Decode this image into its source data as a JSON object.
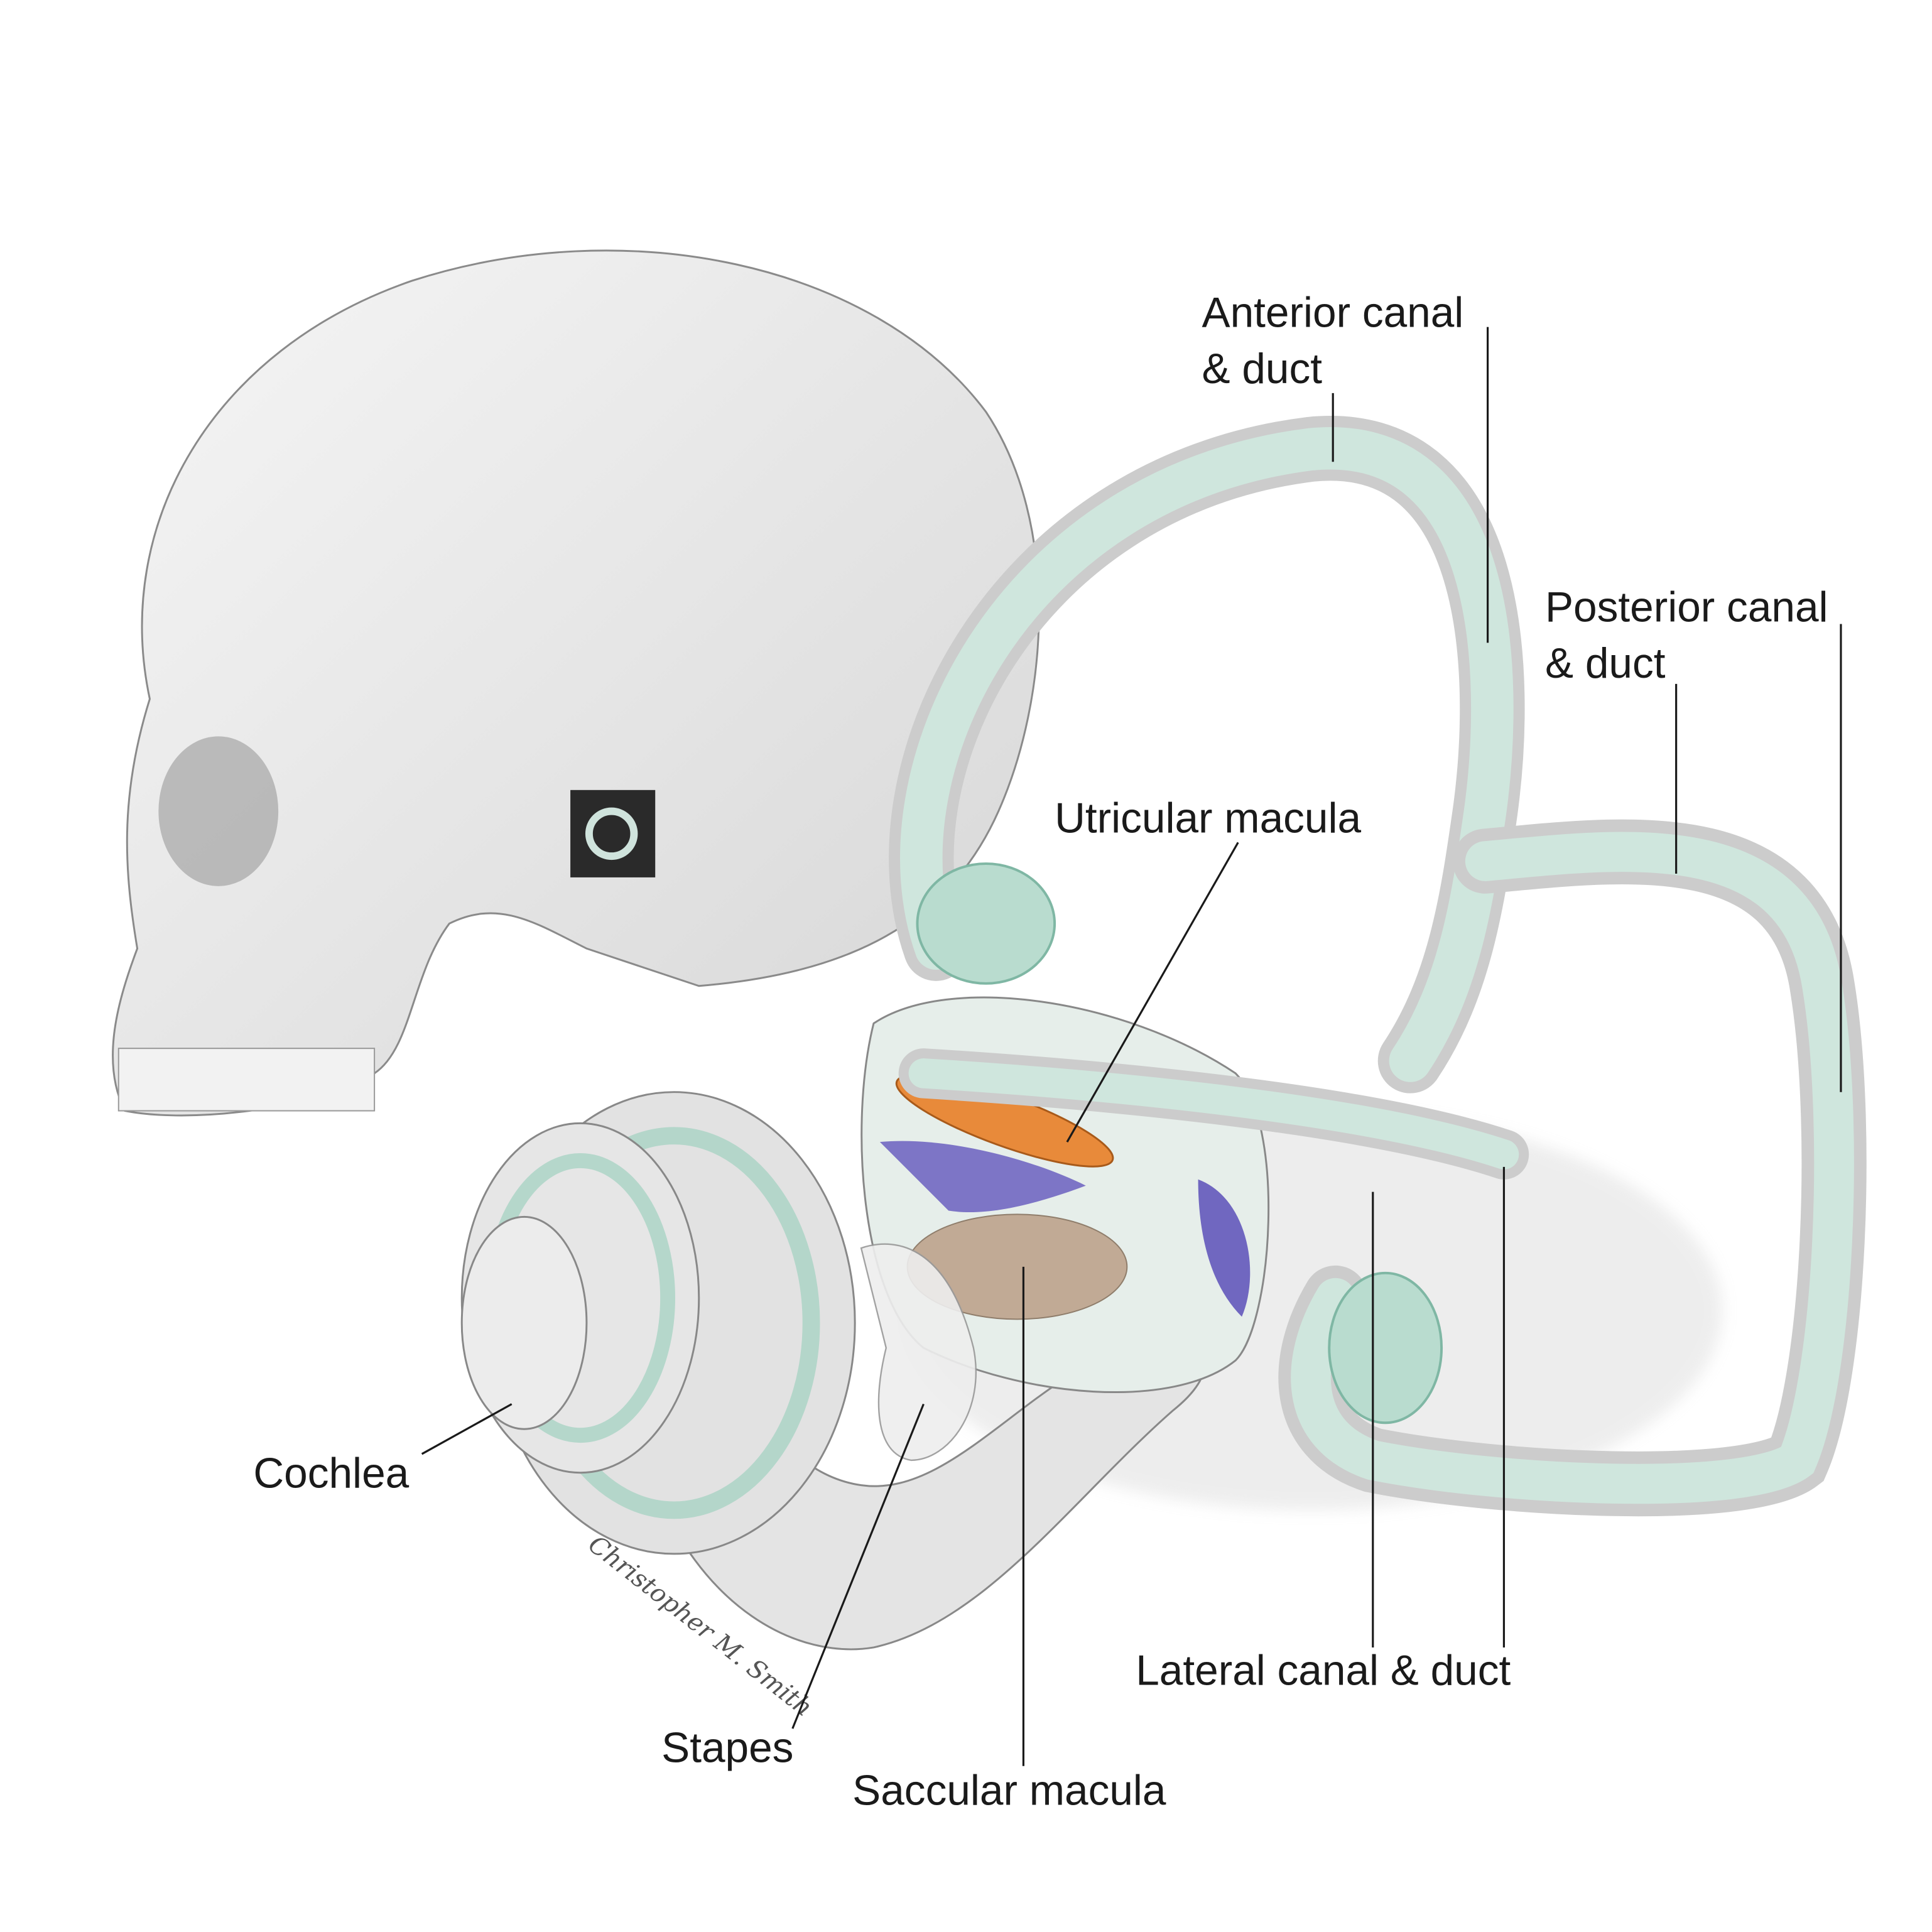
{
  "labels": {
    "anterior_line1": "Anterior canal",
    "anterior_line2": "& duct",
    "posterior_line1": "Posterior canal",
    "posterior_line2": "& duct",
    "utricular": "Utricular macula",
    "cochlea": "Cochlea",
    "stapes": "Stapes",
    "saccular": "Saccular macula",
    "lateral": "Lateral canal & duct"
  },
  "signature": "Christopher M. Smith",
  "colors": {
    "canal_fill": "#d9e9e2",
    "canal_edge": "#7fb7a4",
    "bone": "#ececec",
    "utricular_macula": "#e88a3a",
    "saccular_macula": "#b89a80",
    "membrane_purple": "#6a5fc0"
  }
}
